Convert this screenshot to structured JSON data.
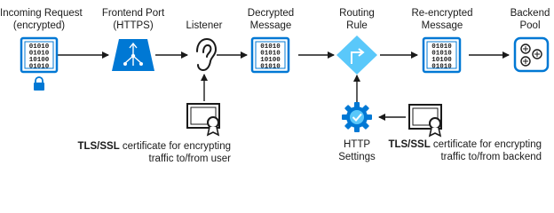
{
  "colors": {
    "accent": "#0078d4",
    "diamond": "#5ac8fa",
    "ink": "#1a1a1a",
    "white": "#ffffff"
  },
  "nodes": {
    "incoming": {
      "line1": "Incoming Request",
      "line2": "(encrypted)",
      "icon": "data-doc-icon",
      "badge": "lock-icon"
    },
    "frontend": {
      "line1": "Frontend Port",
      "line2": "(HTTPS)",
      "icon": "network-port-icon"
    },
    "listener": {
      "line1": "Listener",
      "icon": "ear-icon"
    },
    "decrypted": {
      "line1": "Decrypted",
      "line2": "Message",
      "icon": "data-doc-icon"
    },
    "routing": {
      "line1": "Routing",
      "line2": "Rule",
      "icon": "routing-diamond-icon"
    },
    "reencrypted": {
      "line1": "Re-encrypted",
      "line2": "Message",
      "icon": "data-doc-icon"
    },
    "backend": {
      "line1": "Backend",
      "line2": "Pool",
      "icon": "server-pool-icon"
    },
    "http": {
      "line1": "HTTP",
      "line2": "Settings",
      "icon": "gear-check-icon"
    }
  },
  "certificates": {
    "user": {
      "prefix": "TLS/SSL",
      "rest1": " certificate for encrypting",
      "line2": "traffic to/from user",
      "icon": "certificate-icon"
    },
    "backend": {
      "prefix": "TLS/SSL",
      "rest1": " certificate for encrypting",
      "line2": "traffic to/from backend",
      "icon": "certificate-icon"
    }
  },
  "binary": {
    "row1": "01010",
    "row2": "01010",
    "row3": "10100",
    "row4": "01010"
  }
}
